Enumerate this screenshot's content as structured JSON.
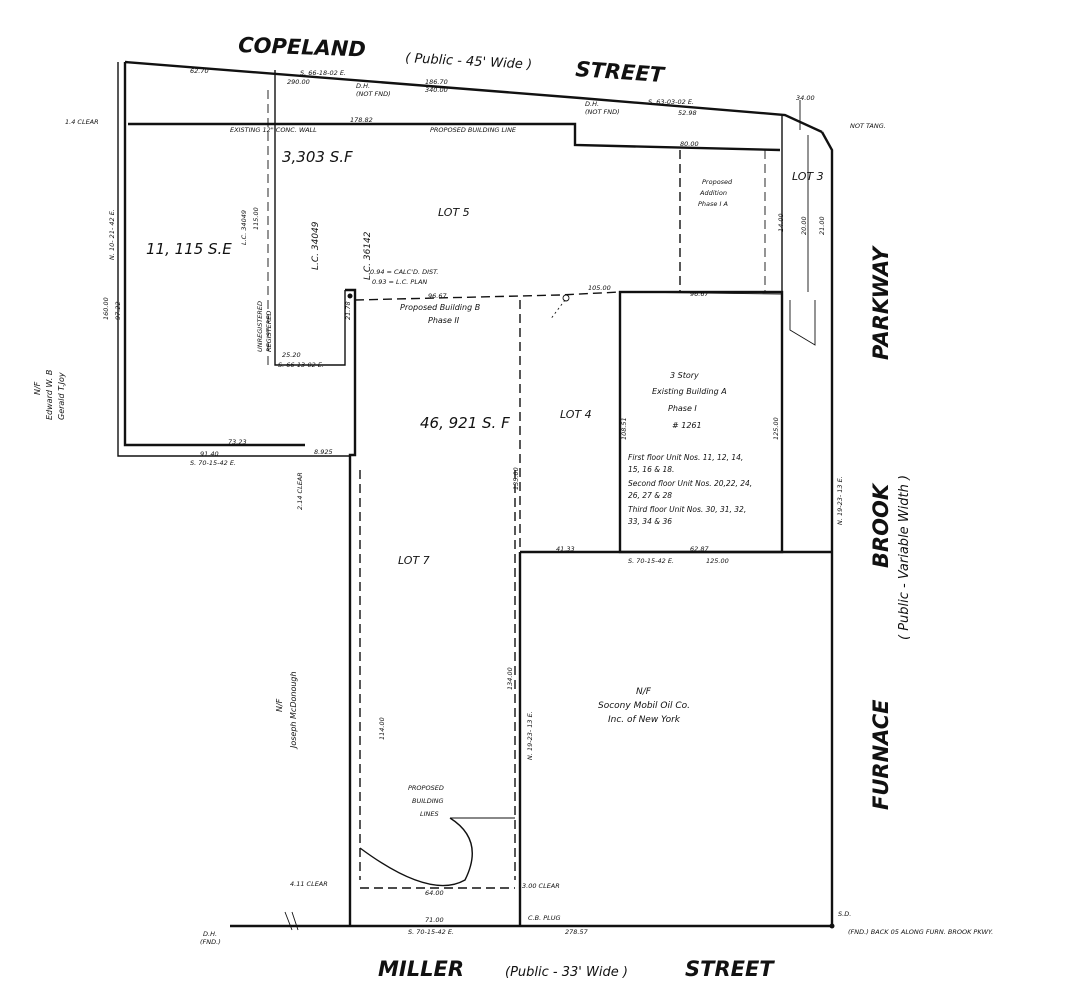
{
  "streets": {
    "north_name": "COPELAND",
    "north_type": "STREET",
    "north_note": "( Public - 45' Wide )",
    "south_name": "MILLER",
    "south_type": "STREET",
    "south_note": "(Public - 33' Wide )",
    "east_parkway": "PARKWAY",
    "east_brook": "BROOK",
    "east_furnace": "FURNACE",
    "east_note": "( Public - Variable Width )"
  },
  "lots": {
    "lot3": "LOT 3",
    "lot4": "LOT 4",
    "lot5": "LOT 5",
    "lot7": "LOT 7"
  },
  "areas": {
    "west_area": "11, 115  S.E",
    "small_area": "3,303 S.F",
    "main_area": "46, 921  S. F"
  },
  "buildings": {
    "addition_lines": [
      "Proposed",
      "Addition",
      "Phase I A"
    ],
    "building_b_lines": [
      "Proposed   Building  B",
      "Phase  II"
    ],
    "building_a_lines": [
      "3  Story",
      "Existing  Building  A",
      "Phase  I",
      "# 1261"
    ],
    "unit_lines": [
      "First floor Unit Nos. 11, 12, 14,",
      "15, 16 & 18.",
      "Second floor Unit Nos. 20,22, 24,",
      "26, 27 & 28",
      "Third floor Unit Nos. 30, 31, 32,",
      "33, 34 & 36"
    ],
    "proposed_lines": [
      "PROPOSED",
      "BUILDING",
      "LINES"
    ]
  },
  "owners": {
    "west_nf": "N/F",
    "west_names": [
      "Edward W. B",
      "Gerald T.Joy"
    ],
    "mcdonough_nf": "N/F",
    "mcdonough_name": "Joseph  McDonough",
    "socony_lines": [
      "N/F",
      "Socony Mobil Oil Co.",
      "Inc. of New York"
    ]
  },
  "annotations": {
    "existing_wall": "EXISTING       12\"    CONC.       WALL",
    "proposed_building_line": "PROPOSED      BUILDING  LINE",
    "dh_not_fnd": "D.H.",
    "dh_not_fnd_sub": "(NOT FND)",
    "not_tang": "NOT TANG.",
    "lc_34049": "L.C. 34049",
    "lc_36142": "L.C. 36142",
    "unregistered": "UNREGISTERED",
    "registered": "REGISTERED",
    "calcd_dist": "0.94 = CALC'D. DIST.",
    "lc_plan": "0.93 = L.C. PLAN",
    "clear_411": "4.11  CLEAR",
    "clear_300": "3.00  CLEAR",
    "cb_plug": "C.B. PLUG",
    "fnd_back": "(FND.) BACK 05   ALONG  FURN. BROOK  PKWY.",
    "dh_fnd": "D.H.",
    "dh_fnd_sub": "(FND.)",
    "sd_dh": "S.D.",
    "clear_west": "2.14  CLEAR",
    "clear_lot7": "1.4  CLEAR"
  },
  "dimensions": {
    "d_6270": "62.70",
    "d_29000": "290.00",
    "d_18670": "186.70",
    "d_34000": "340.00",
    "bearing_copeland": "S. 66-18-02 E.",
    "bearing_copeland_east": "S. 63-03-02 E.",
    "d_5298": "52.98",
    "d_17882": "178.82",
    "d_8000": "80.00",
    "d_10500": "105.00",
    "d_9667": "96.67",
    "d_7323": "73.23",
    "d_9140": "91.40",
    "bearing_s70_w": "S. 70-15-42 E.",
    "d_8925": "8.925",
    "d_2520": "25.20",
    "bearing_s66": "S. 66-13-02 E.",
    "d_16000": "160.00",
    "d_9722": "97.22",
    "bearing_n10": "N. 10- 21- 42 E.",
    "d_11500": "115.00",
    "d_2178": "21.78",
    "d_9667b": "96.67",
    "d_12500": "125.00",
    "d_6287": "62.87",
    "d_4133": "41.33",
    "bearing_s70_mid": "S. 70-15-42 E.",
    "d_13500": "135.00",
    "d_10851": "108.51",
    "d_12500b": "125.00",
    "d_7100": "71.00",
    "bearing_s70_south": "S. 70-15-42 E.",
    "d_27857": "278.57",
    "d_6400": "64.00",
    "d_13400": "134.00",
    "d_11400": "114.00",
    "bearing_n19": "N. 19-23- 13 E.",
    "d_2000": "20.00",
    "d_2100": "21.00",
    "d_1400": "14.00",
    "d_3400": "34.00"
  }
}
